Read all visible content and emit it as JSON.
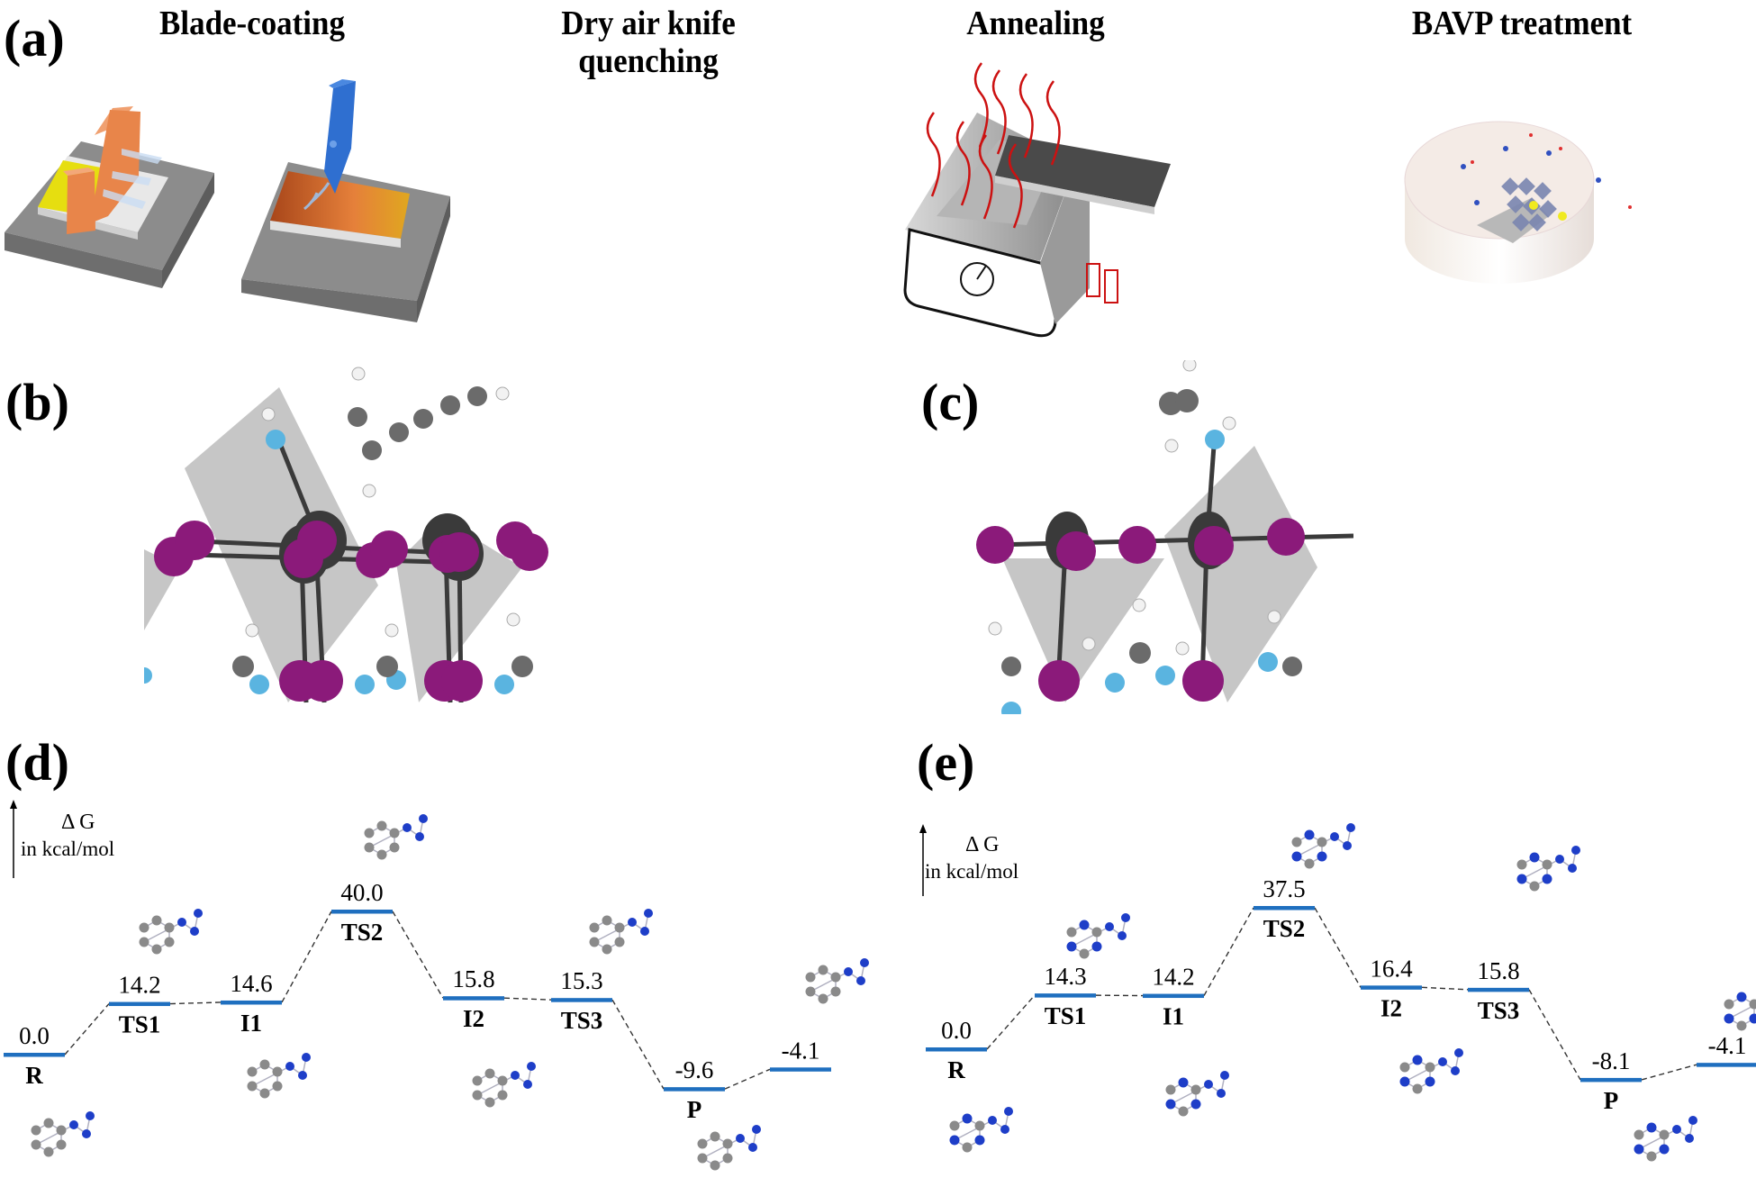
{
  "figure": {
    "panels": {
      "a": {
        "label": "(a)",
        "steps": [
          {
            "title": "Blade-coating"
          },
          {
            "title_line1": "Dry air knife",
            "title_line2": "quenching"
          },
          {
            "title": "Annealing"
          },
          {
            "title": "BAVP treatment"
          }
        ]
      },
      "b": {
        "label": "(b)"
      },
      "c": {
        "label": "(c)"
      },
      "d": {
        "label": "(d)"
      },
      "e": {
        "label": "(e)"
      }
    },
    "colors": {
      "level_line": "#1f6fbf",
      "connector": "#333333",
      "iodine": "#8b1a7a",
      "lead": "#3a3a3a",
      "nitrogen_light": "#5ab4e0",
      "carbon": "#6b6b6b",
      "hydrogen": "#f2f2f2",
      "octahedron": "#b8b8b8",
      "heat_wave": "#cc1111",
      "blade": "#e8854a",
      "yellow_film": "#e6de10",
      "air_knife": "#2f6fd0"
    }
  },
  "chart_data": [
    {
      "type": "energy_profile",
      "panel": "(d)",
      "ylabel_symbol": "Δ G",
      "ylabel_unit": "in kcal/mol",
      "states": [
        "R",
        "TS1",
        "I1",
        "TS2",
        "I2",
        "TS3",
        "P",
        ""
      ],
      "values": [
        0.0,
        14.2,
        14.6,
        40.0,
        15.8,
        15.3,
        -9.6,
        -4.1
      ],
      "value_labels": [
        "0.0",
        "14.2",
        "14.6",
        "40.0",
        "15.8",
        "15.3",
        "-9.6",
        "-4.1"
      ],
      "connector_style": "dashed"
    },
    {
      "type": "energy_profile",
      "panel": "(e)",
      "ylabel_symbol": "Δ G",
      "ylabel_unit": "in kcal/mol",
      "states": [
        "R",
        "TS1",
        "I1",
        "TS2",
        "I2",
        "TS3",
        "P",
        ""
      ],
      "values": [
        0.0,
        14.3,
        14.2,
        37.5,
        16.4,
        15.8,
        -8.1,
        -4.1
      ],
      "value_labels": [
        "0.0",
        "14.3",
        "14.2",
        "37.5",
        "16.4",
        "15.8",
        "-8.1",
        "-4.1"
      ],
      "connector_style": "dashed"
    }
  ]
}
